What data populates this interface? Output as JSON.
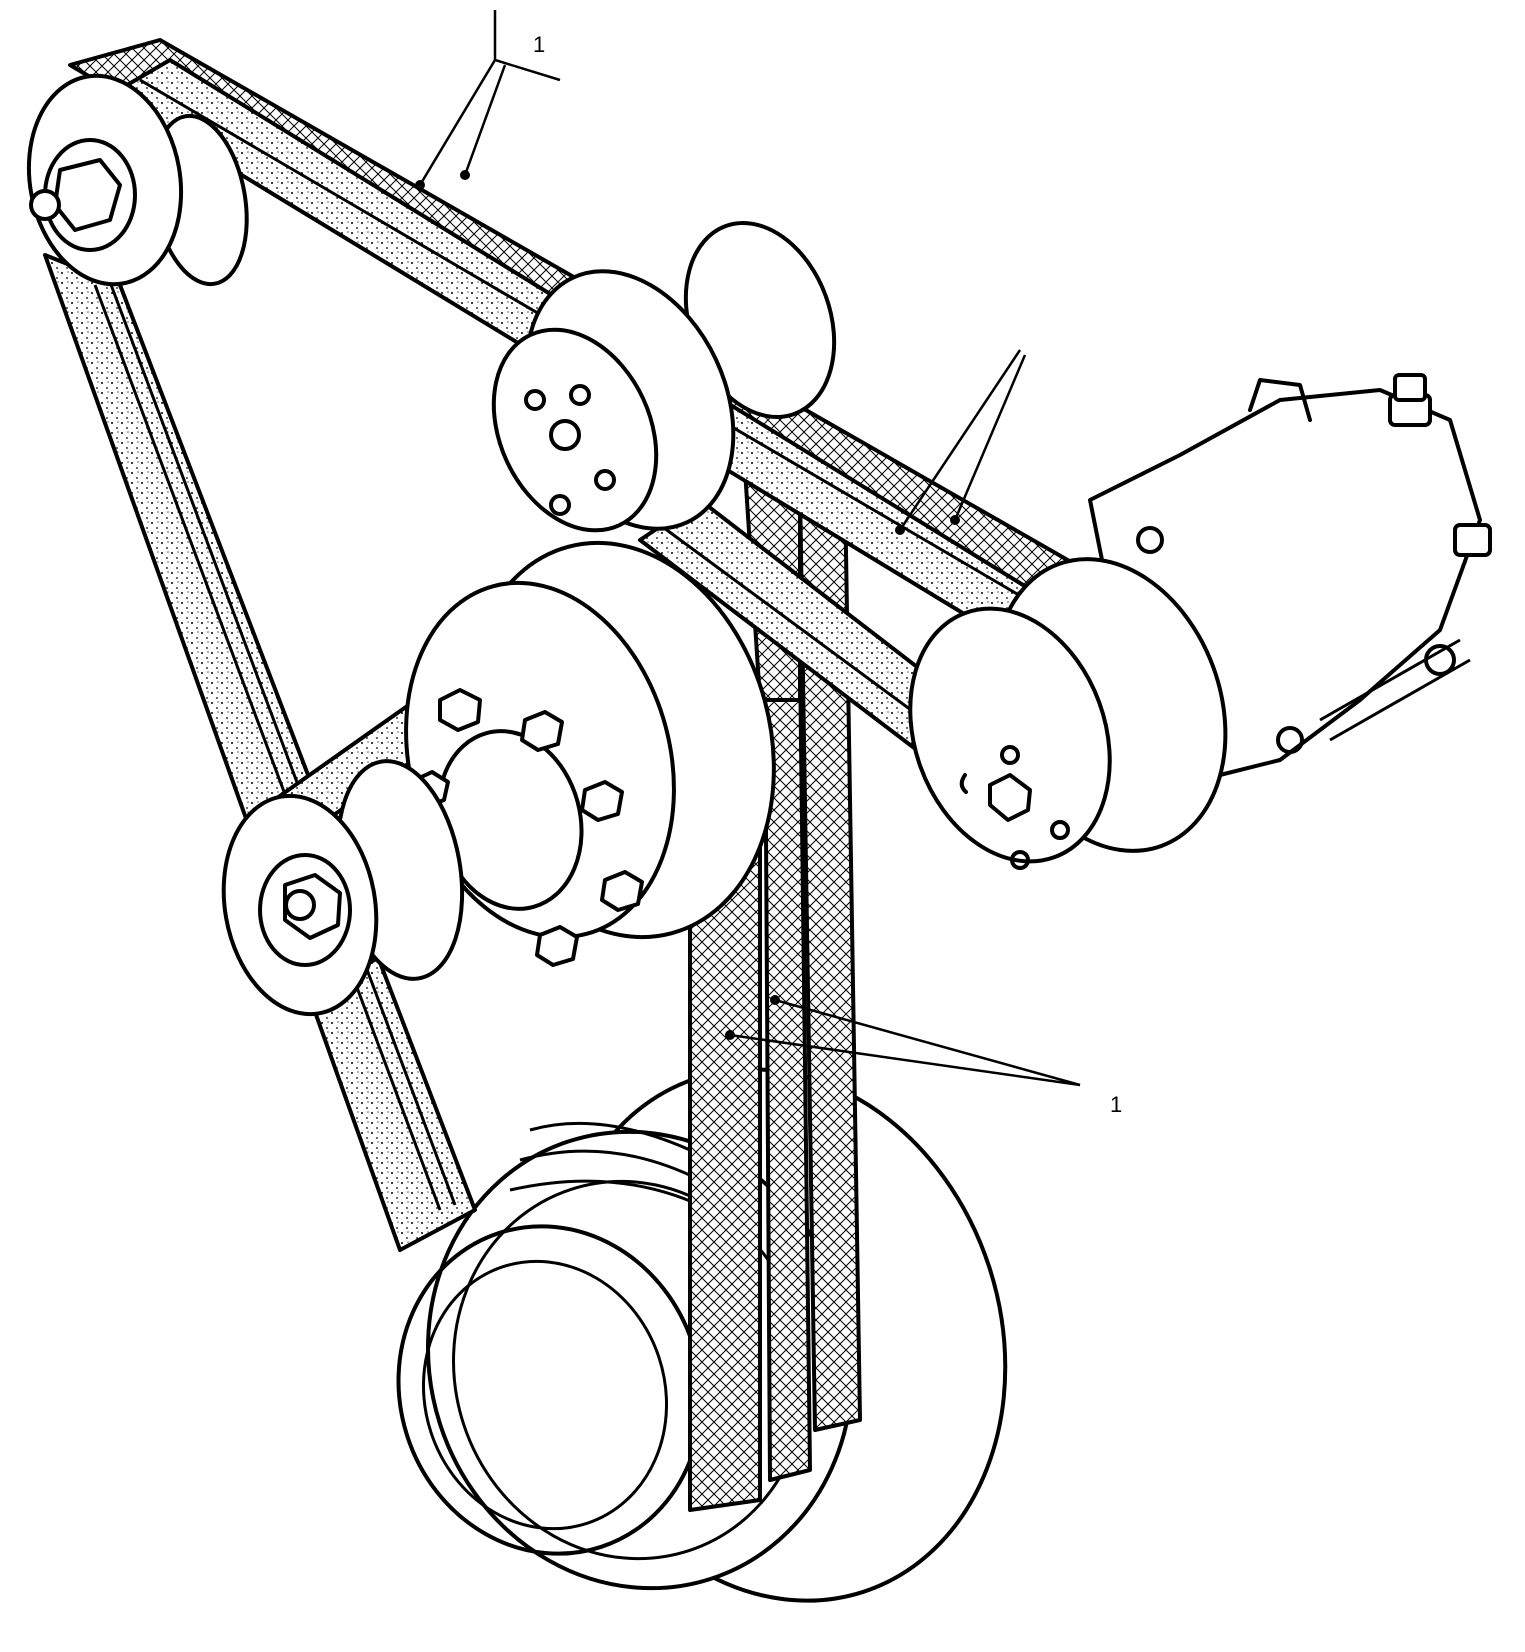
{
  "callouts": [
    {
      "id": "callout-top",
      "text": "1"
    },
    {
      "id": "callout-bottom-right",
      "text": "1"
    }
  ],
  "colors": {
    "ink": "#000000",
    "paper": "#ffffff"
  }
}
